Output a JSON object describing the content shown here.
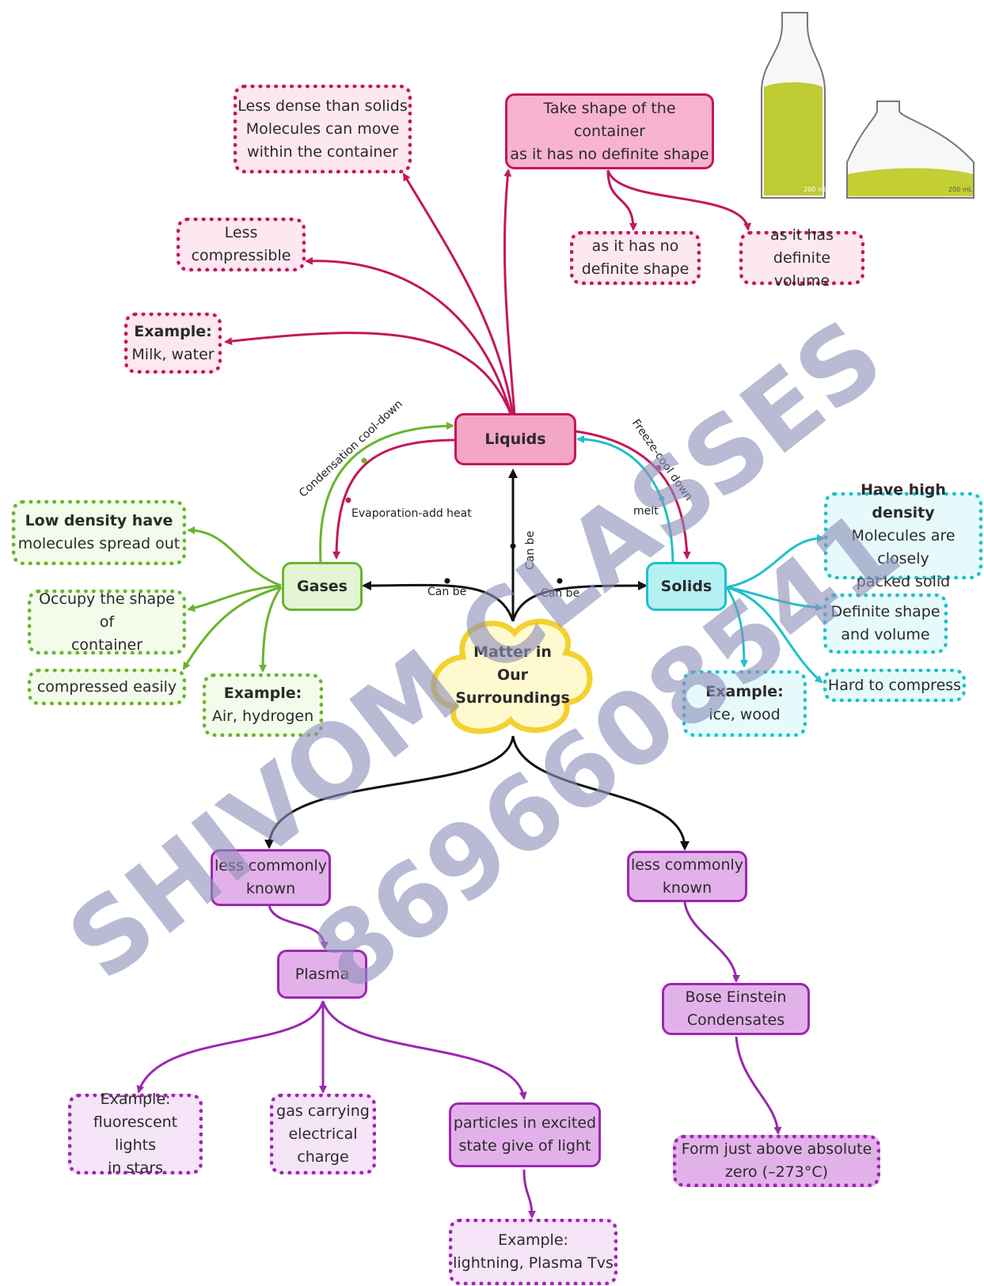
{
  "center": {
    "line1": "Matter in",
    "line2": "Our",
    "line3": "Surroundings"
  },
  "colors": {
    "liquid": "#c2185b",
    "liquid_fill": "#f4a6c6",
    "liquid_light": "#fde8f1",
    "gas": "#6ab42d",
    "gas_fill": "#e3f5d3",
    "gas_light": "#f3fbea",
    "solid": "#1ec1c9",
    "solid_fill": "#b5f0f3",
    "solid_light": "#e6fafb",
    "plasma": "#9c27b0",
    "plasma_fill": "#e3b1ea",
    "plasma_light": "#f6e4f8",
    "cloud_border": "#f2d230",
    "cloud_fill": "#fff9cf",
    "watermark": "#8f90bb"
  },
  "nodes": {
    "liquids": "Liquids",
    "gases": "Gases",
    "solids": "Solids",
    "liquid_dense": "Less dense than solids\nMolecules can move\nwithin the container",
    "liquid_shape": "Take shape of the container\nas it has no definite shape",
    "liquid_compress": "Less\ncompressible",
    "liquid_example_title": "Example:",
    "liquid_example": "Milk, water",
    "liquid_no_shape": "as it has no\ndefinite shape",
    "liquid_volume": "as it has definite\nvolume",
    "gas_density_title": "Low density have",
    "gas_density": "molecules spread out",
    "gas_shape": "Occupy the shape of\ncontainer",
    "gas_compress": "compressed easily",
    "gas_example_title": "Example:",
    "gas_example": "Air, hydrogen",
    "solid_density_title": "Have high density",
    "solid_density": "Molecules are closely\npacked solid",
    "solid_shape": "Definite shape\nand volume",
    "solid_compress": "Hard to compress",
    "solid_example_title": "Example:",
    "solid_example": "ice, wood",
    "less_known_left": "less commonly\nknown",
    "less_known_right": "less commonly\nknown",
    "plasma": "Plasma",
    "bec": "Bose Einstein\nCondensates",
    "plasma_example": "Example:\nfluorescent lights\nin stars",
    "plasma_gas": "gas carrying\nelectrical\ncharge",
    "plasma_particles": "particles in excited\nstate give of light",
    "plasma_example2": "Example:\nlightning, Plasma Tvs",
    "bec_form": "Form just above absolute\nzero (–273°C)"
  },
  "edge_labels": {
    "condensation": "Condensation cool-down",
    "evaporation": "Evaporation-add heat",
    "freeze": "Freeze-cool down",
    "melt": "melt",
    "can_be_liquid": "Can be",
    "can_be_gas": "Can be",
    "can_be_solid": "Can be"
  },
  "flask_labels": {
    "left": "200 mL",
    "right": "200 mL"
  },
  "watermark": {
    "line1": "SHIVOM CLASSES",
    "line2": "8696608541"
  }
}
